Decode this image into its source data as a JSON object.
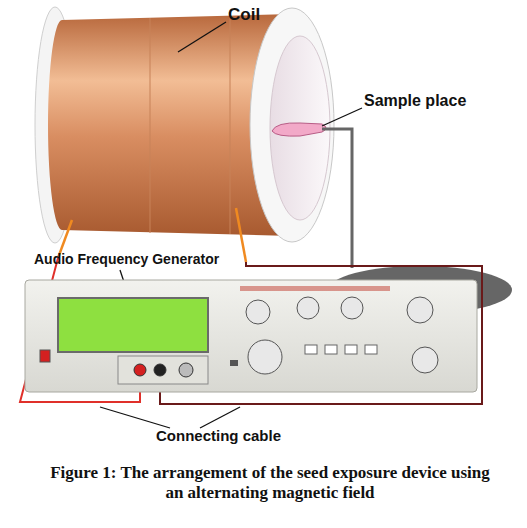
{
  "diagram": {
    "caption": "Figure 1: The arrangement of the seed exposure device using an alternating magnetic field",
    "labels": [
      "Coil",
      "Sample place",
      "Audio Frequency Generator",
      "Connecting cable"
    ]
  }
}
